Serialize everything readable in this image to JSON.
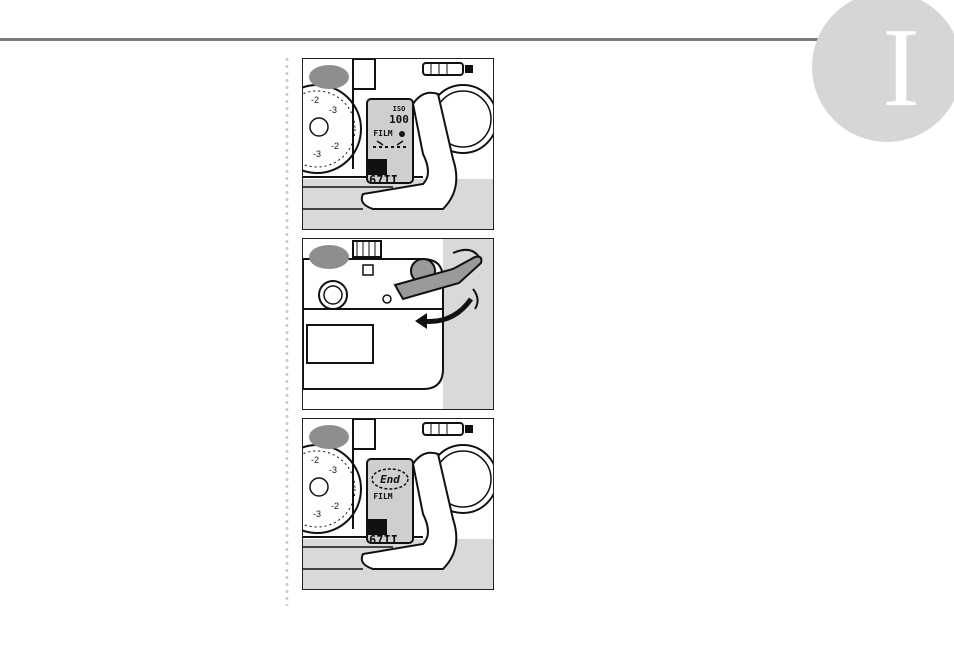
{
  "section": {
    "letter": "I"
  },
  "panels": [
    {
      "id": "step-1",
      "lcd": {
        "iso_label": "ISO",
        "iso_value": "100",
        "film_label": "FILM"
      },
      "model_label": "67II"
    },
    {
      "id": "step-2"
    },
    {
      "id": "step-3",
      "lcd": {
        "end_text": "End",
        "film_label": "FILM"
      },
      "model_label": "67II"
    }
  ]
}
